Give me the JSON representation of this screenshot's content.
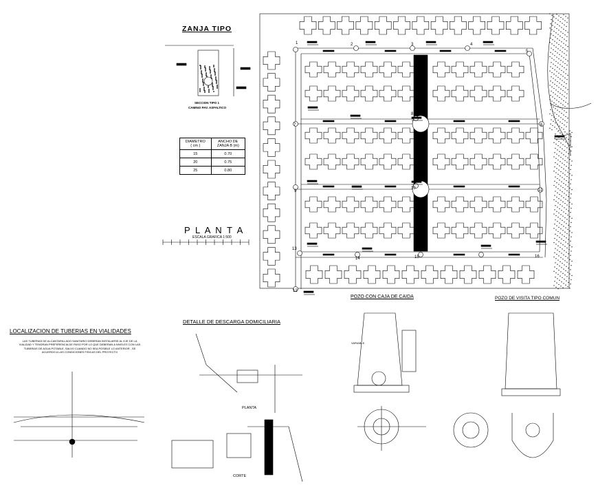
{
  "zanja": {
    "title": "ZANJA TIPO",
    "caption_line1": "SECCION TIPO 1",
    "caption_line2": "CAMINO PAV. ASFALTICO"
  },
  "diameter_table": {
    "headers": [
      "DIAMETRO\n( cm )",
      "ANCHO DE\nZANJA B (m)"
    ],
    "rows": [
      [
        "15",
        "0.70"
      ],
      [
        "20",
        "0.75"
      ],
      [
        "25",
        "0.80"
      ]
    ]
  },
  "planta": {
    "title": "P L A N T A",
    "scale": "ESCALA GRAFICA 1:500"
  },
  "node_labels": [
    "1",
    "2",
    "3",
    "4",
    "5",
    "6",
    "7",
    "8",
    "9",
    "10",
    "11",
    "12",
    "13",
    "14",
    "15",
    "16"
  ],
  "localizacion": {
    "title": "LOCALIZACION DE TUBERIAS EN VIALIDADES",
    "note": "LAS TUBERIAS DE ALCANTARILLADO SANITARIO DEBERAN INSTALARSE AL EJE DE LA VIALIDAD Y TENDRAN PREFERENCIA DE PASO POR LO QUE DEBERAN A NIVELES CON LAS TUBERIAS DE AGUA POTABLE, SALVO CUANDO NO SEA POSIBLE LO ANTERIOR , SE ACUERDO A LAS CONDICIONES FISICAS DEL PROYECTO"
  },
  "descarga": {
    "title": "DETALLE DE DESCARGA DOMICILIARIA",
    "planta": "PLANTA",
    "corte": "CORTE"
  },
  "pozo_caida": {
    "title": "POZO CON CAJA DE CAIDA",
    "variable": "VARIABLE"
  },
  "pozo_visita": {
    "title": "POZO DE VISITA TIPO COMUN"
  }
}
